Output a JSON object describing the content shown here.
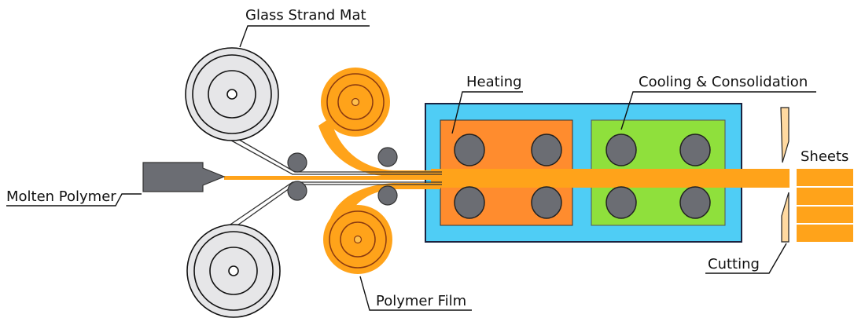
{
  "labels": {
    "glass_strand_mat": "Glass Strand Mat",
    "molten_polymer": "Molten Polymer",
    "heating": "Heating",
    "cooling": "Cooling & Consolidation",
    "sheets": "Sheets",
    "cutting": "Cutting",
    "polymer_film": "Polymer Film"
  },
  "colors": {
    "polymer": "#ffa31a",
    "heating": "#ff8c2e",
    "cooling": "#8fe03c",
    "chamber": "#4fcdf5",
    "roller": "#6b6d73",
    "mat_roll": "#e6e6e8"
  }
}
